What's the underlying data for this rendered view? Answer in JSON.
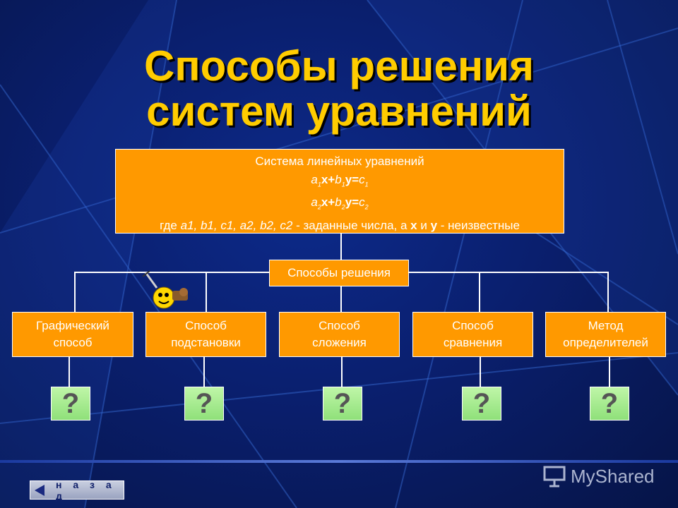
{
  "title": {
    "line1": "Способы решения",
    "line2": "систем уравнений"
  },
  "system_box": {
    "heading": "Система линейных уравнений",
    "eq1": {
      "a": "a",
      "a_sub": "1",
      "x": "x+",
      "b": "b",
      "b_sub": "1",
      "y": "y=",
      "c": "c",
      "c_sub": "1"
    },
    "eq2": {
      "a": "a",
      "a_sub": "2",
      "x": "x+",
      "b": "b",
      "b_sub": "2",
      "y": "y=",
      "c": "c",
      "c_sub": "2"
    },
    "note": {
      "where": "где ",
      "vars": "a1, b1, c1, a2, b2, c2",
      "given": " - заданные числа, а ",
      "x": "x",
      "and": " и ",
      "y": "y",
      "unknown": " - неизвестные"
    }
  },
  "methods_label": "Способы решения",
  "methods": [
    {
      "line1": "Графический",
      "line2": "способ"
    },
    {
      "line1": "Способ",
      "line2": "подстановки"
    },
    {
      "line1": "Способ",
      "line2": "сложения"
    },
    {
      "line1": "Способ",
      "line2": "сравнения"
    },
    {
      "line1": "Метод",
      "line2": "определителей"
    }
  ],
  "question_mark": "?",
  "back_button": "н а з а д",
  "watermark": "MyShared",
  "colors": {
    "background": "#0a1f6e",
    "title": "#ffcc00",
    "box": "#ff9900",
    "question": "#a8ec90"
  }
}
